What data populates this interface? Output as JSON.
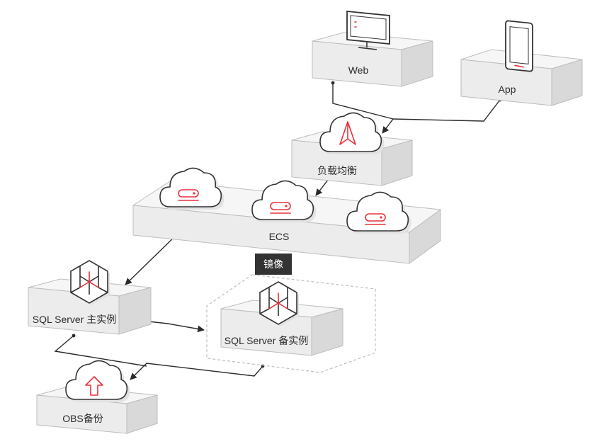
{
  "nodes": {
    "web": "Web",
    "app": "App",
    "load_balancer": "负载均衡",
    "ecs": "ECS",
    "sql_primary": "SQL Server 主实例",
    "sql_standby": "SQL Server 备实例",
    "obs_backup": "OBS备份",
    "mirror_tag": "镜像"
  },
  "colors": {
    "accent": "#e8303a",
    "line": "#2b2b2b",
    "tag_bg": "#333333",
    "platform_top": "#f4f4f4",
    "platform_side": "#dcdcdc"
  }
}
